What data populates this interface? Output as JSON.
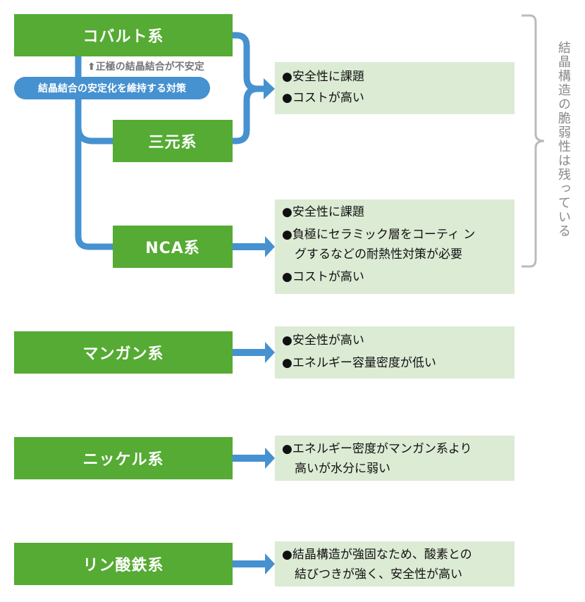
{
  "colors": {
    "node_green": "#55ab33",
    "connector_blue": "#4691d0",
    "info_bg": "#dcebd4",
    "bracket_gray": "#bbbbbb"
  },
  "nodes": {
    "cobalt": "コバルト系",
    "ternary": "三元系",
    "nca": "NCA系",
    "manganese": "マンガン系",
    "nickel": "ニッケル系",
    "iron_phosphate": "リン酸鉄系"
  },
  "annotations": {
    "unstable_note": "⬆正極の結晶結合が不安定",
    "stabilization_pill": "結晶結合の安定化を維持する対策",
    "bracket_label": "結晶構造の脆弱性は残っている"
  },
  "info_boxes": {
    "cobalt_ternary": [
      {
        "bullet": "●",
        "text": "安全性に課題"
      },
      {
        "bullet": "●",
        "text": "コストが高い"
      }
    ],
    "nca": [
      {
        "bullet": "●",
        "text": "安全性に課題"
      },
      {
        "bullet": "●",
        "text": "負極にセラミック層をコーティ ン"
      },
      {
        "bullet": "",
        "text": "グするなどの耐熱性対策が必要"
      },
      {
        "bullet": "●",
        "text": "コストが高い"
      }
    ],
    "manganese": [
      {
        "bullet": "●",
        "text": "安全性が高い"
      },
      {
        "bullet": "●",
        "text": "エネルギー容量密度が低い"
      }
    ],
    "nickel": [
      {
        "bullet": "●",
        "text": "エネルギー密度がマンガン系より"
      },
      {
        "bullet": "",
        "text": "高いが水分に弱い"
      }
    ],
    "iron_phosphate": [
      {
        "bullet": "●",
        "text": "結晶構造が強固なため、酸素との"
      },
      {
        "bullet": "",
        "text": "結びつきが強く、安全性が高い"
      }
    ]
  }
}
